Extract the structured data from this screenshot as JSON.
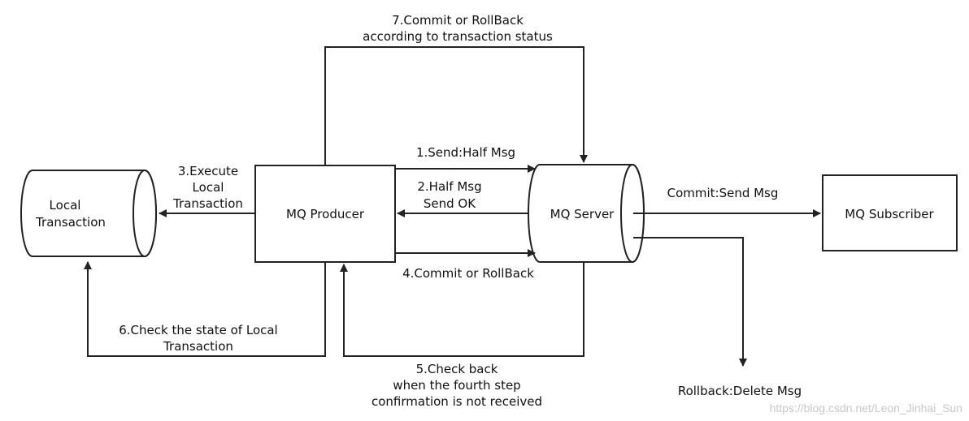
{
  "nodes": {
    "local_transaction": [
      "Local",
      "Transaction"
    ],
    "mq_producer": "MQ Producer",
    "mq_server": "MQ Server",
    "mq_subscriber": "MQ Subscriber"
  },
  "edges": {
    "step1": "1.Send:Half Msg",
    "step2": [
      "2.Half Msg",
      "Send OK"
    ],
    "step3": [
      "3.Execute",
      "Local",
      "Transaction"
    ],
    "step4": "4.Commit or RollBack",
    "step5": [
      "5.Check back",
      "when the fourth step",
      "confirmation is not received"
    ],
    "step6": [
      "6.Check the state of Local",
      "Transaction"
    ],
    "step7": [
      "7.Commit or RollBack",
      "according to transaction status"
    ],
    "commit": "Commit:Send Msg",
    "rollback": "Rollback:Delete Msg"
  },
  "watermark": "https://blog.csdn.net/Leon_Jinhai_Sun"
}
